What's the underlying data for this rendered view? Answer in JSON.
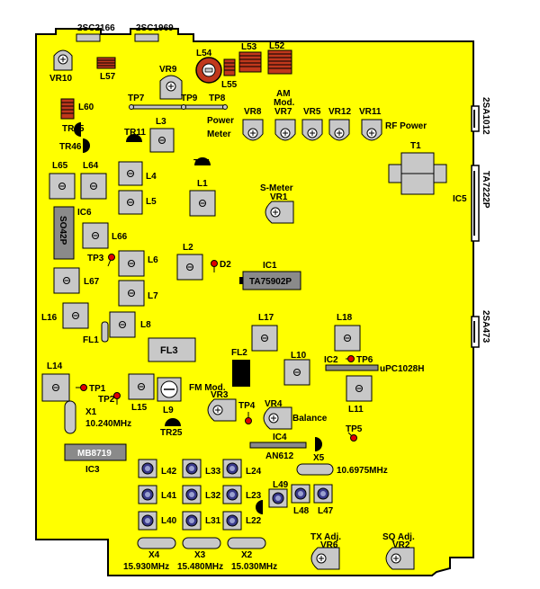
{
  "colors": {
    "board": "#FFFF00",
    "outline": "#000000",
    "component": "#C8C8C8",
    "coil_red": "#C0381C",
    "tp_red": "#E00000",
    "chip": "#808080",
    "ic_dark": "#707070"
  },
  "labels": {
    "q1": "2SC2166",
    "q2": "2SC1969",
    "vr10": "VR10",
    "l57": "L57",
    "vr9": "VR9",
    "l54": "L54",
    "l55": "L55",
    "l53": "L53",
    "l52": "L52",
    "q3": "2SA1012",
    "l60": "L60",
    "tr45": "TR45",
    "tr46": "TR46",
    "tp7": "TP7",
    "tp9": "TP9",
    "tp8": "TP8",
    "am_mod_1": "AM",
    "am_mod_2": "Mod.",
    "power_meter_1": "Power",
    "power_meter_2": "Meter",
    "vr8": "VR8",
    "vr7": "VR7",
    "vr5": "VR5",
    "vr12": "VR12",
    "vr11": "VR11",
    "rf_power": "RF Power",
    "l3": "L3",
    "tr11": "TR11",
    "t1": "T1",
    "ic5": "IC5",
    "ic5_part": "TA7222P",
    "l65": "L65",
    "l64": "L64",
    "l4": "L4",
    "tr1": "TR1",
    "l1": "L1",
    "s_meter": "S-Meter",
    "vr1": "VR1",
    "l5": "L5",
    "ic6": "IC6",
    "ic6_part": "SO42P",
    "l66": "L66",
    "tp3": "TP3",
    "l6": "L6",
    "l2": "L2",
    "d2": "D2",
    "ic1": "IC1",
    "ic1_part": "TA75902P",
    "l67": "L67",
    "l7": "L7",
    "q4": "2SA473",
    "l16": "L16",
    "l8": "L8",
    "fl1": "FL1",
    "l17": "L17",
    "l18": "L18",
    "fl3": "FL3",
    "fl2": "FL2",
    "l10": "L10",
    "ic2": "IC2",
    "tp6": "TP6",
    "ic2_part": "uPC1028H",
    "l14": "L14",
    "tp1": "TP1",
    "l15": "L15",
    "tp2": "TP2",
    "fm_mod": "FM Mod.",
    "vr3": "VR3",
    "l11": "L11",
    "x1": "X1",
    "x1_freq": "10.240MHz",
    "l9": "L9",
    "tp4": "TP4",
    "vr4": "VR4",
    "balance": "Balance",
    "tr25": "TR25",
    "tp5": "TP5",
    "ic4": "IC4",
    "ic4_part": "AN612",
    "ic3_part": "MB8719",
    "ic3": "IC3",
    "x5": "X5",
    "l42": "L42",
    "l33": "L33",
    "l24": "L24",
    "x5_freq": "10.6975MHz",
    "l49": "L49",
    "l41": "L41",
    "l32": "L32",
    "l23": "L23",
    "l48": "L48",
    "l47": "L47",
    "l40": "L40",
    "l31": "L31",
    "l22": "L22",
    "x4": "X4",
    "x3": "X3",
    "x2": "X2",
    "x4_freq": "15.930MHz",
    "x3_freq": "15.480MHz",
    "x2_freq": "15.030MHz",
    "tx_adj": "TX Adj.",
    "vr6": "VR6",
    "sq_adj": "SQ Adj.",
    "vr2": "VR2"
  }
}
